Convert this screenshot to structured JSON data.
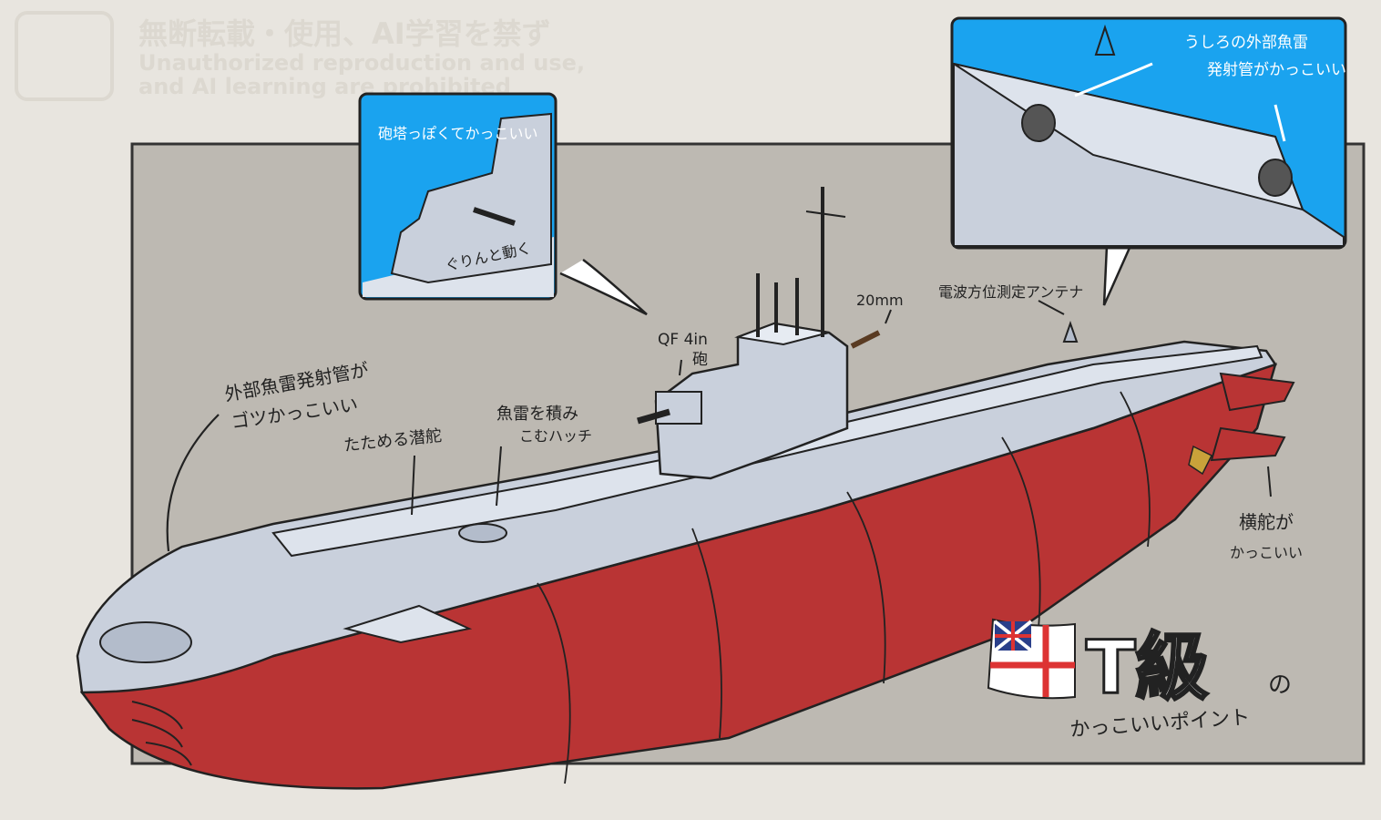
{
  "watermark": {
    "line_ja": "無断転載・使用、AI学習を禁ず",
    "line_en1": "Unauthorized reproduction and use,",
    "line_en2": "and AI learning are prohibited"
  },
  "inset_turret": {
    "note": "砲塔っぽくてかっこいい",
    "motion": "ぐりんと動く"
  },
  "inset_stern": {
    "note_line1": "うしろの外部魚雷",
    "note_line2": "発射管がかっこいい"
  },
  "labels": {
    "gun": "QF 4in",
    "gun2": "砲",
    "aa": "20mm",
    "antenna": "電波方位測定アンテナ",
    "bow_tubes_1": "外部魚雷発射管が",
    "bow_tubes_2": "ゴツかっこいい",
    "planes": "たためる潜舵",
    "hatch_1": "魚雷を積み",
    "hatch_2": "こむハッチ",
    "rudder_1": "横舵が",
    "rudder_2": "かっこいい"
  },
  "title": {
    "main": "T級",
    "particle": "の",
    "sub": "かっこいいポイント"
  },
  "colors": {
    "hull_red": "#b93434",
    "hull_grey": "#c9d0dc",
    "sky": "#1aa3ef",
    "panel": "#bdb9b2"
  }
}
